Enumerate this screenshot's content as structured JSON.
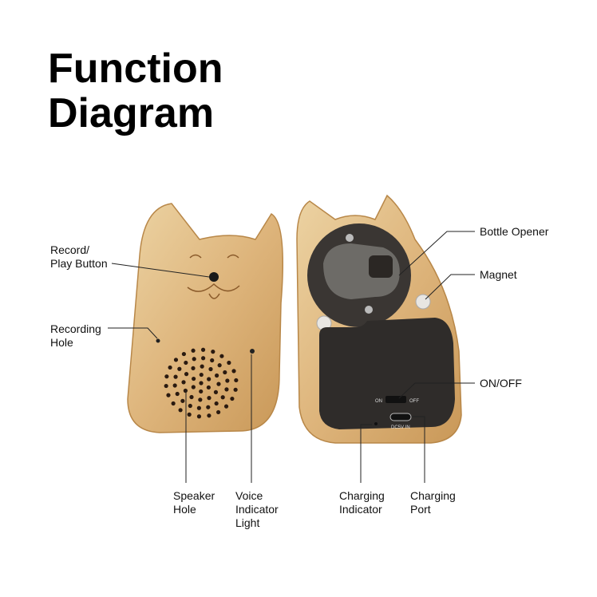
{
  "title_line1": "Function",
  "title_line2": "Diagram",
  "labels": {
    "record_play": "Record/\nPlay Button",
    "recording_hole": "Recording\nHole",
    "speaker_hole": "Speaker\nHole",
    "voice_light": "Voice\nIndicator\nLight",
    "charging_indicator": "Charging\nIndicator",
    "charging_port": "Charging\nPort",
    "bottle_opener": "Bottle Opener",
    "magnet": "Magnet",
    "on_off": "ON/OFF"
  },
  "device": {
    "switch_on": "ON",
    "switch_off": "OFF",
    "port_text": "DC5V IN"
  },
  "colors": {
    "wood": "#e0bd86",
    "panel": "#2f2c2a"
  }
}
